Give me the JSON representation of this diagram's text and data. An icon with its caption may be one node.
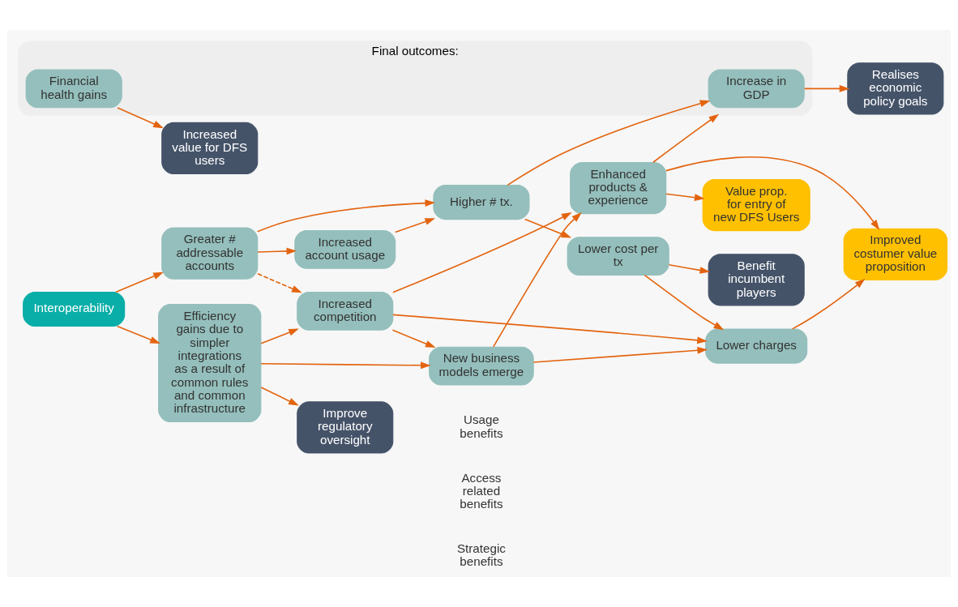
{
  "diagram": {
    "nodes": [
      {
        "text": [
          "Interoperability"
        ]
      },
      {
        "text": [
          "Greater # addressable accounts"
        ]
      },
      {
        "text": [
          "Higher # tx."
        ]
      },
      {
        "text": [
          "Final outcomes:"
        ]
      },
      {
        "text": [
          "Increase in GDP"
        ],
        "in": 3
      },
      {
        "text": [
          "Financial health gains"
        ],
        "in": 3
      },
      {
        "text": [
          "Realises economic policy goals"
        ]
      },
      {
        "text": [
          "Increased account usage"
        ]
      },
      {
        "text": [
          "Increased value for DFS users"
        ]
      },
      {
        "text": [
          "Lower cost per tx"
        ]
      },
      {
        "text": [
          "Benefit incumbent players"
        ]
      },
      {
        "text": [
          "Efficiency gains due to simpler integrations as a result of common rules and common infrastructure"
        ]
      },
      {
        "text": [
          "Increased competition"
        ]
      },
      {
        "text": [
          "Lower charges"
        ]
      },
      {
        "text": [
          "Improved costumer value proposition"
        ]
      },
      {
        "text": [
          "New business models emerge"
        ]
      },
      {
        "text": [
          "Enhanced products & experience"
        ]
      },
      {
        "text": [
          "Value prop. for entry of new DFS Users"
        ]
      },
      {
        "text": [
          "Improve regulatory oversight"
        ]
      }
    ],
    "edges": [
      {
        "from": 0,
        "to": 1,
        "arrow": "to"
      },
      {
        "from": 0,
        "to": 11,
        "arrow": "to"
      },
      {
        "from": 1,
        "to": 2,
        "arrow": "to"
      },
      {
        "from": 1,
        "to": 7,
        "arrow": "to"
      },
      {
        "from": 1,
        "to": 12,
        "arrow": "to",
        "style": "dashed"
      },
      {
        "from": 7,
        "to": 2,
        "arrow": "to"
      },
      {
        "from": 2,
        "to": 4,
        "arrow": "to"
      },
      {
        "from": 2,
        "to": 9,
        "arrow": "to"
      },
      {
        "from": 4,
        "to": 6,
        "arrow": "to"
      },
      {
        "from": 5,
        "to": 8,
        "arrow": "to"
      },
      {
        "from": 9,
        "to": 10,
        "arrow": "to"
      },
      {
        "from": 9,
        "to": 13,
        "arrow": "to"
      },
      {
        "from": 11,
        "to": 12,
        "arrow": "to"
      },
      {
        "from": 11,
        "to": 15,
        "arrow": "to"
      },
      {
        "from": 11,
        "to": 18,
        "arrow": "to"
      },
      {
        "from": 12,
        "to": 15,
        "arrow": "to"
      },
      {
        "from": 12,
        "to": 13,
        "arrow": "to"
      },
      {
        "from": 12,
        "to": 16,
        "arrow": "to"
      },
      {
        "from": 15,
        "to": 13,
        "arrow": "to"
      },
      {
        "from": 15,
        "to": 16,
        "arrow": "to"
      },
      {
        "from": 16,
        "to": 3,
        "arrow": "to"
      },
      {
        "from": 13,
        "to": 14,
        "arrow": "to"
      },
      {
        "from": 16,
        "to": 14,
        "arrow": "to"
      },
      {
        "from": 16,
        "to": 17,
        "arrow": "to"
      }
    ],
    "labels": [
      "Usage benefits",
      "Access related benefits",
      "Strategic benefits"
    ]
  }
}
